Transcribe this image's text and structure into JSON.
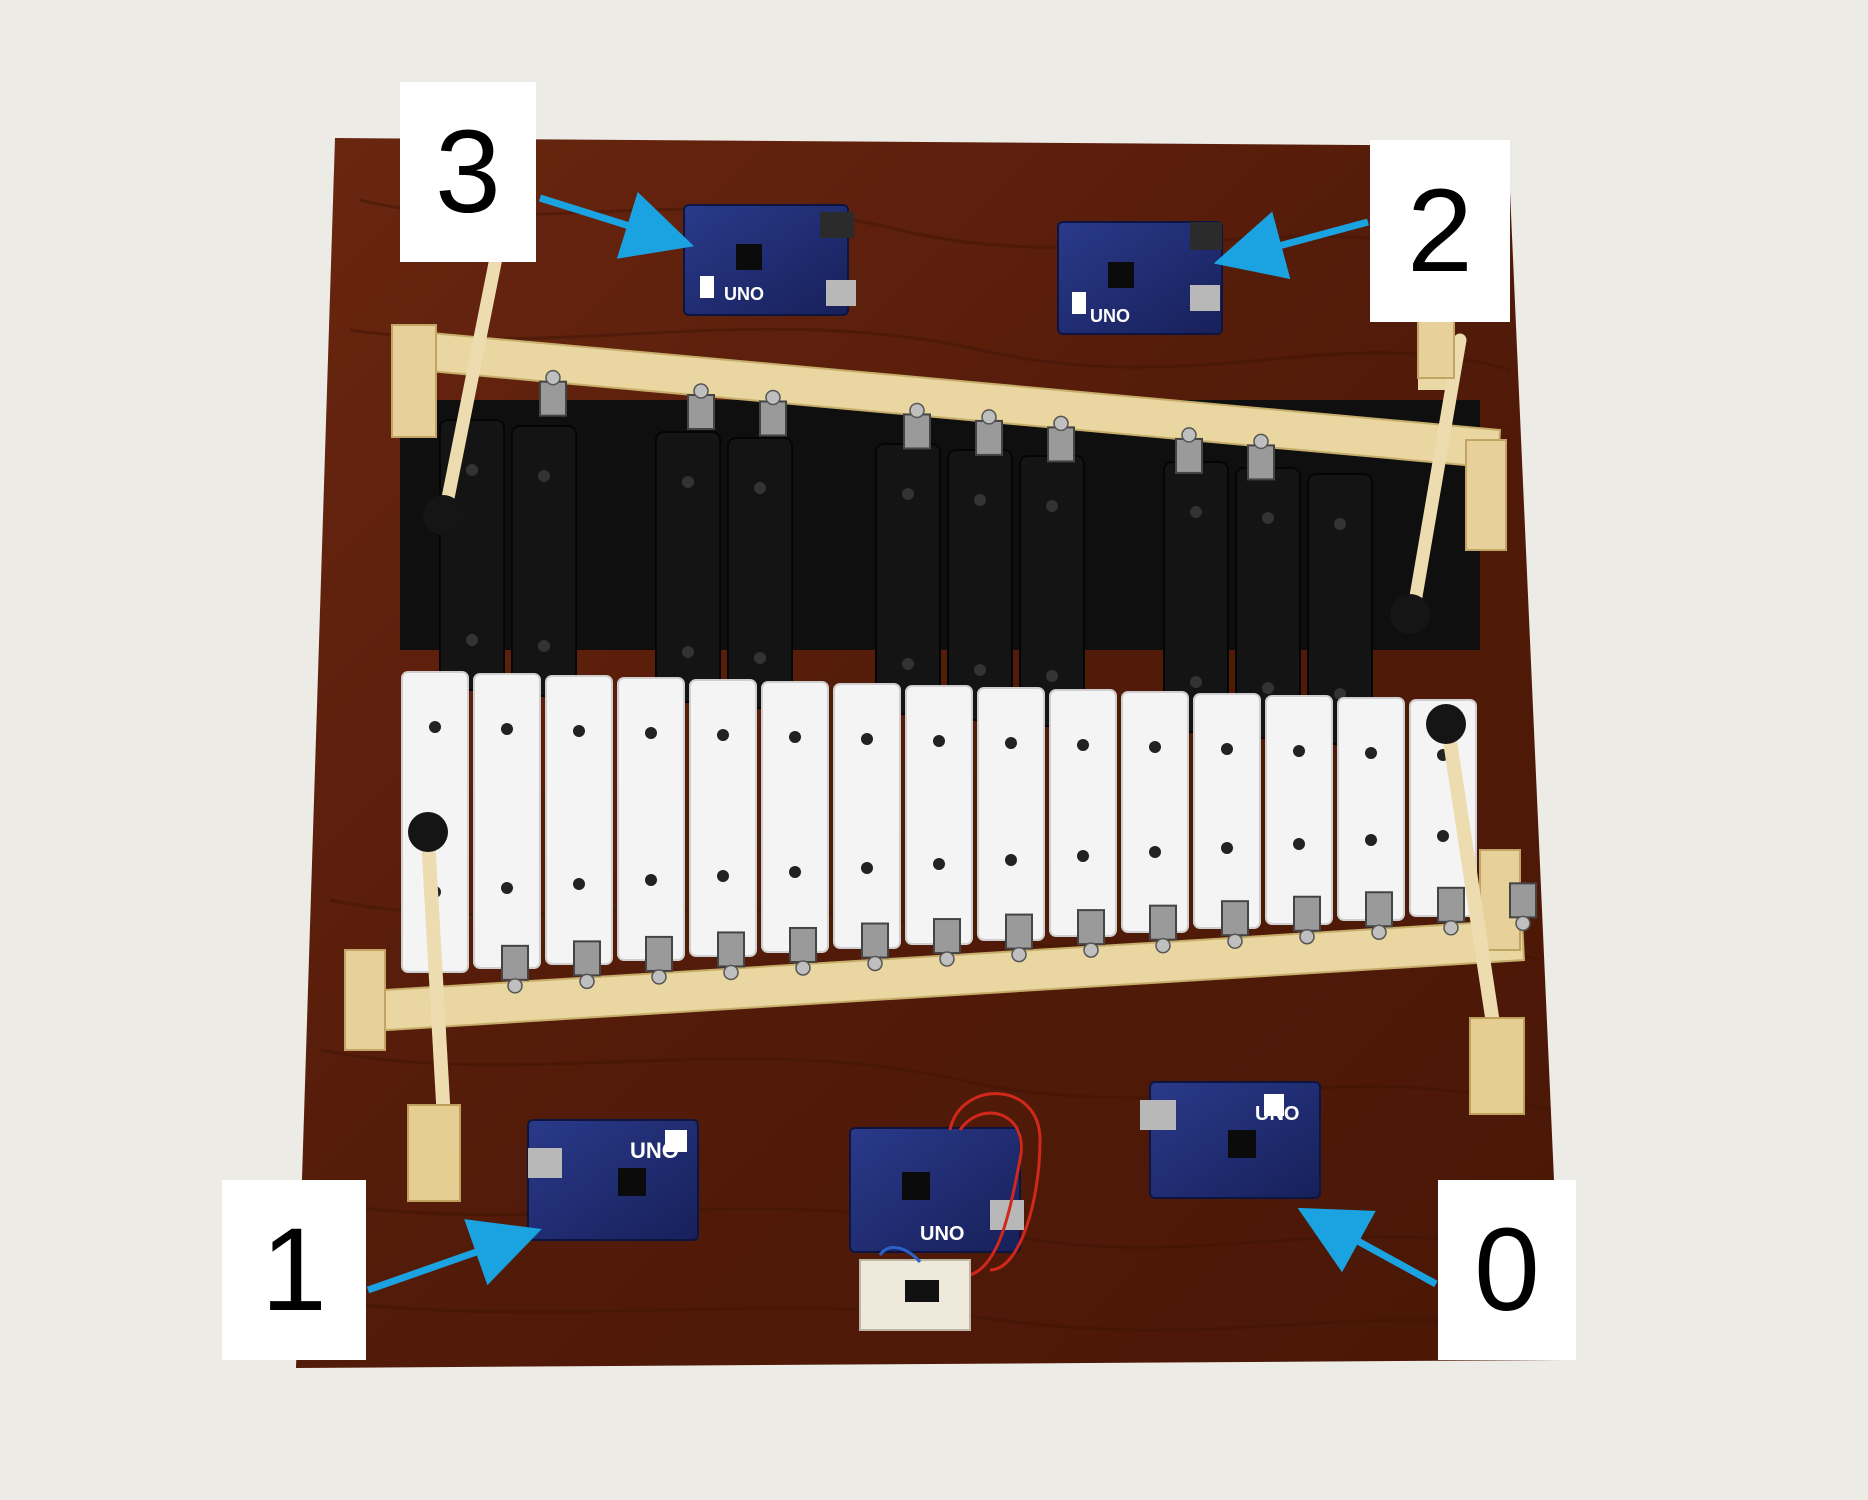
{
  "labels": {
    "board_3": "3",
    "board_2": "2",
    "board_1": "1",
    "board_0": "0"
  },
  "board_silk": {
    "text": "UNO"
  },
  "colors": {
    "background": "#ecebe6",
    "wood": "#5a1f0c",
    "pcb": "#1e2a6e",
    "arrow": "#1aa3e0",
    "black_bar": "#141414",
    "white_bar": "#f4f4f4",
    "pine_frame": "#e9d6a0"
  }
}
